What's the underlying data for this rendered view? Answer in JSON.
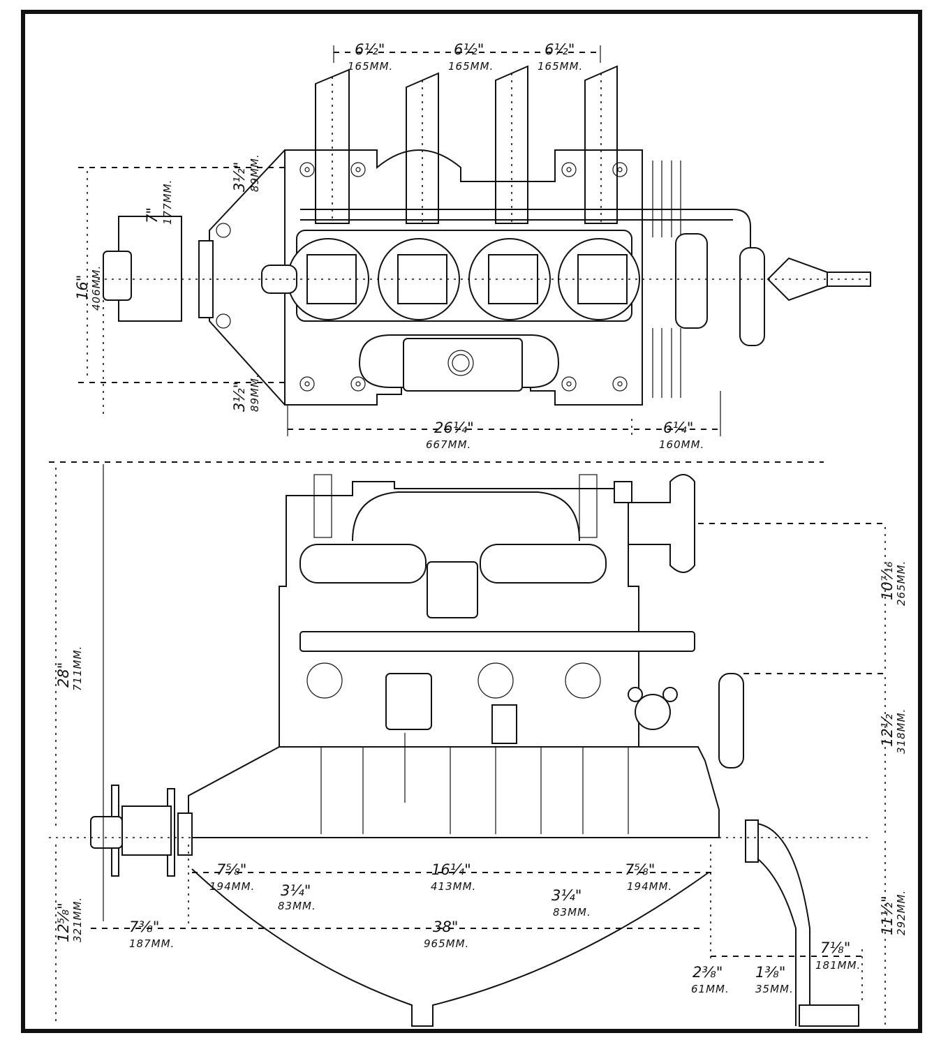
{
  "diagram": {
    "title": "Engine dimension drawing",
    "plan_view": {
      "cylinder_spacing": [
        {
          "inch": "6½\"",
          "mm": "165MM."
        },
        {
          "inch": "6½\"",
          "mm": "165MM."
        },
        {
          "inch": "6½\"",
          "mm": "165MM."
        }
      ],
      "overall_width": {
        "inch": "16\"",
        "mm": "406MM."
      },
      "hub_diameter": {
        "inch": "7\"",
        "mm": "177MM."
      },
      "upper_offset": {
        "inch": "3½\"",
        "mm": "89MM."
      },
      "lower_offset": {
        "inch": "3½\"",
        "mm": "89MM."
      },
      "base_length": {
        "inch": "26¼\"",
        "mm": "667MM."
      },
      "rear_length": {
        "inch": "6¼\"",
        "mm": "160MM."
      }
    },
    "side_view": {
      "overall_height": {
        "inch": "28\"",
        "mm": "711MM."
      },
      "upper_right_height": {
        "inch": "10⁷⁄₁₆",
        "mm": "265MM."
      },
      "mid_right_height": {
        "inch": "12½",
        "mm": "318MM."
      },
      "lower_right_height": {
        "inch": "11½\"",
        "mm": "292MM."
      },
      "below_shaft": {
        "inch": "12⅝\"",
        "mm": "321MM."
      },
      "bearing_spacing": [
        {
          "inch": "7⅝\"",
          "mm": "194MM."
        },
        {
          "inch": "3¼\"",
          "mm": "83MM."
        },
        {
          "inch": "16¼\"",
          "mm": "413MM."
        },
        {
          "inch": "3¼\"",
          "mm": "83MM."
        },
        {
          "inch": "7⅝\"",
          "mm": "194MM."
        }
      ],
      "hub_offset": {
        "inch": "7⅜\"",
        "mm": "187MM."
      },
      "overall_length": {
        "inch": "38\"",
        "mm": "965MM."
      },
      "flange_offset": {
        "inch": "2⅜\"",
        "mm": "61MM."
      },
      "flange_width": {
        "inch": "1⅜\"",
        "mm": "35MM."
      },
      "crank_length": {
        "inch": "7⅛\"",
        "mm": "181MM."
      }
    }
  }
}
